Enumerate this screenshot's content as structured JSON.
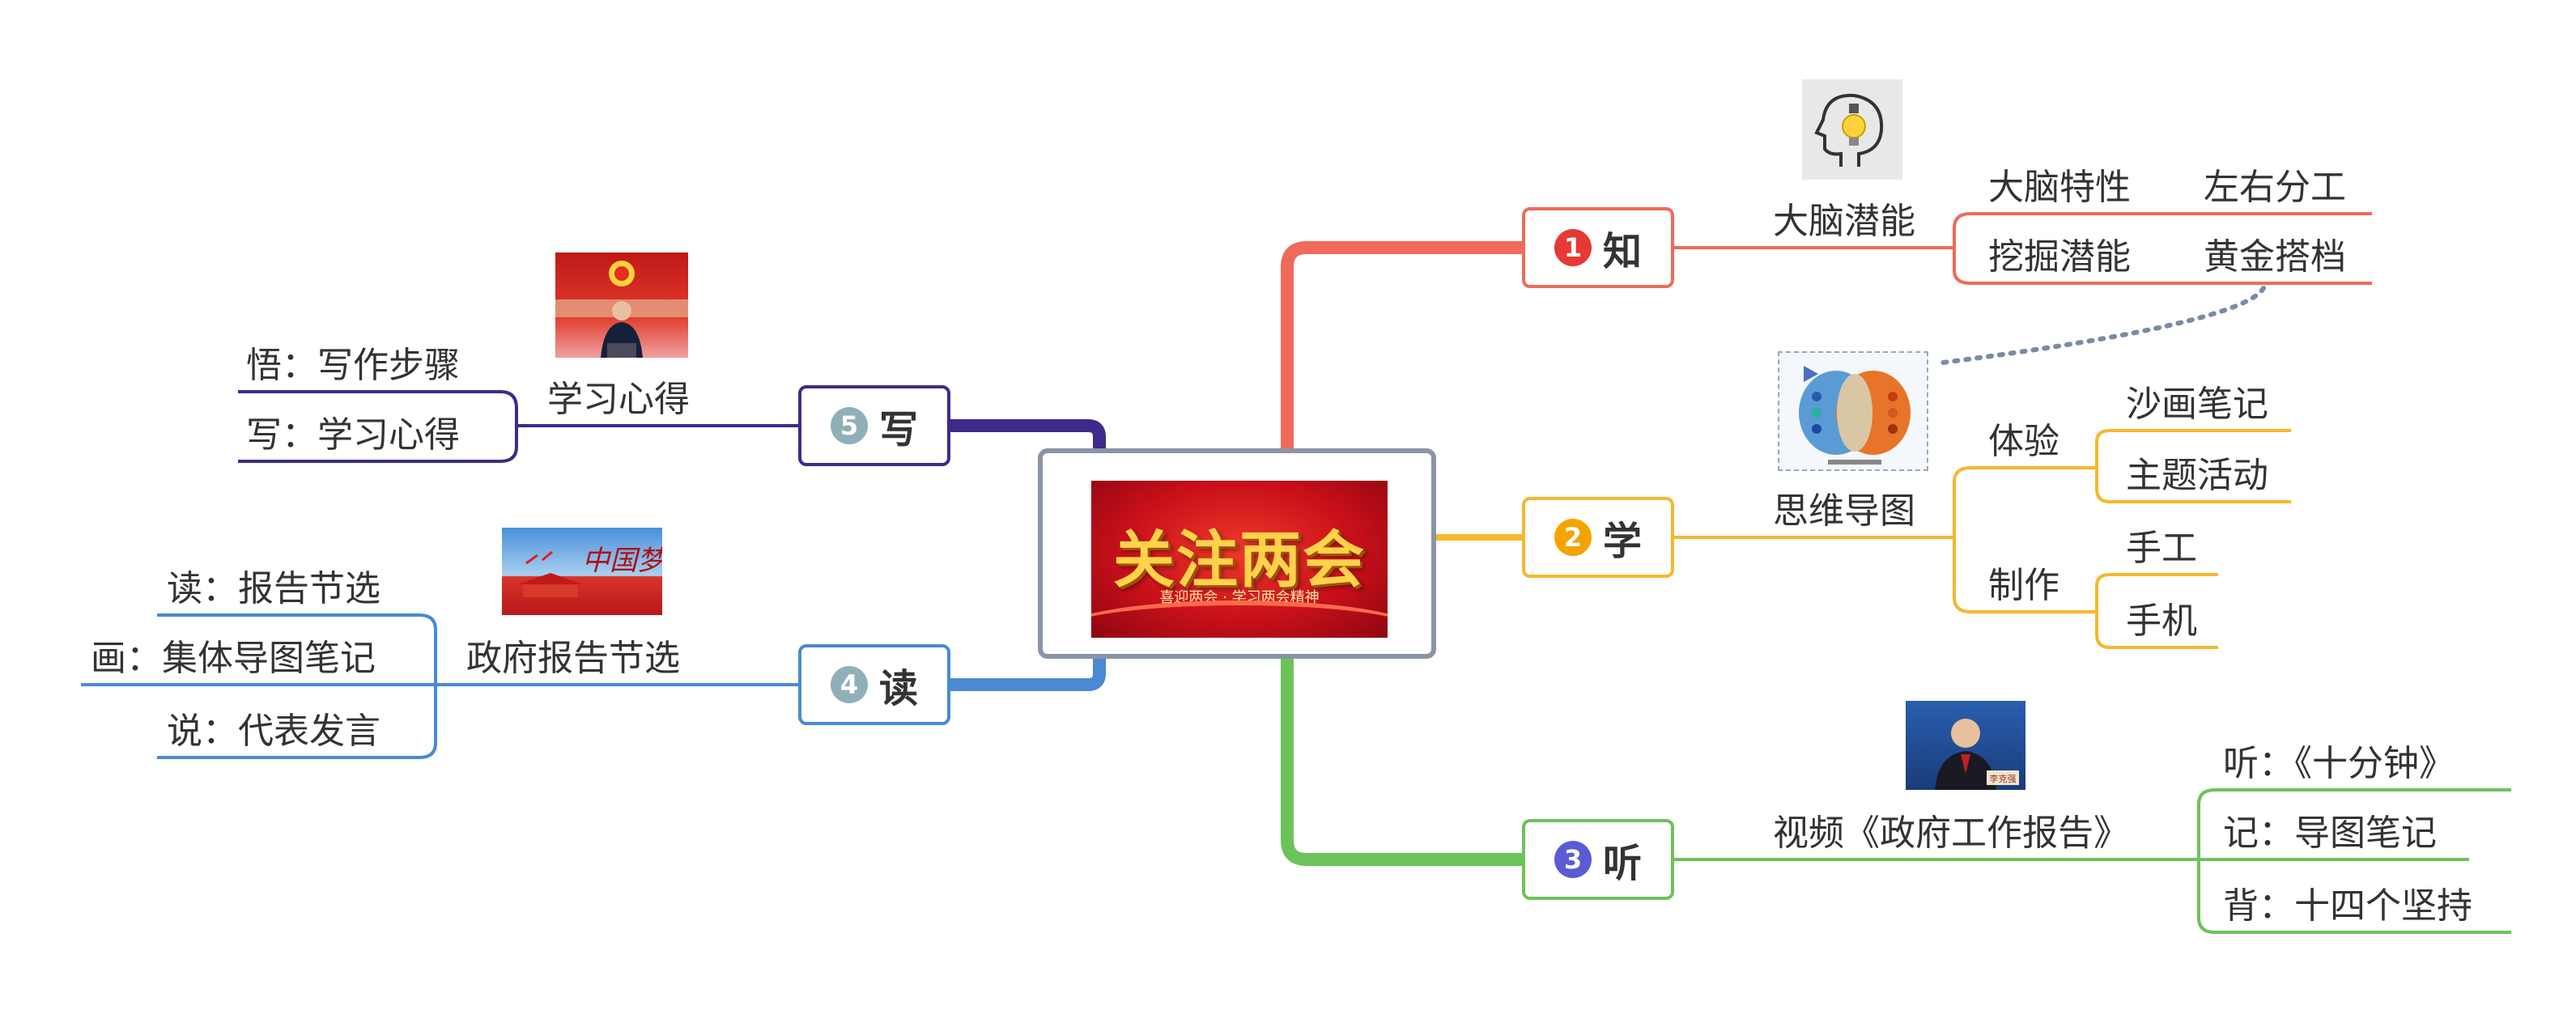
{
  "central": {
    "title": "关注两会",
    "subtitle": "喜迎两会 · 学习两会精神"
  },
  "branches": [
    {
      "key": "zhi",
      "number": "1",
      "label": "知",
      "color": "#f06a5a",
      "badge_color": "#e53935",
      "subtopics": [
        {
          "label": "大脑潜能",
          "items": [
            {
              "label": "大脑特性",
              "leaf": "左右分工"
            },
            {
              "label": "挖掘潜能",
              "leaf": "黄金搭档"
            }
          ]
        }
      ]
    },
    {
      "key": "xue",
      "number": "2",
      "label": "学",
      "color": "#f5b82e",
      "badge_color": "#f5a300",
      "subtopics": [
        {
          "label": "思维导图",
          "items": [
            {
              "label": "体验",
              "leaves": [
                "沙画笔记",
                "主题活动"
              ]
            },
            {
              "label": "制作",
              "leaves": [
                "手工",
                "手机"
              ]
            }
          ]
        }
      ]
    },
    {
      "key": "ting",
      "number": "3",
      "label": "听",
      "color": "#6cc35a",
      "badge_color": "#5b5bd6",
      "subtopics": [
        {
          "label": "视频《政府工作报告》",
          "leaves": [
            "听：《十分钟》",
            "记：导图笔记",
            "背：十四个坚持"
          ]
        }
      ]
    },
    {
      "key": "du",
      "number": "4",
      "label": "读",
      "color": "#4a8ad4",
      "badge_color": "#8fb0b8",
      "subtopics": [
        {
          "label": "政府报告节选",
          "leaves": [
            "读：报告节选",
            "画：集体导图笔记",
            "说：代表发言"
          ]
        }
      ]
    },
    {
      "key": "xie",
      "number": "5",
      "label": "写",
      "color": "#3f2a8c",
      "badge_color": "#8fb0b8",
      "subtopics": [
        {
          "label": "学习心得",
          "leaves": [
            "悟：写作步骤",
            "写：学习心得"
          ]
        }
      ]
    }
  ],
  "thumbnails": {
    "tiananmen_caption": "中国梦",
    "portrait_caption": "李克强"
  },
  "colors": {
    "central_border": "#8a94a6",
    "relation_line": "#7a8aa6"
  }
}
